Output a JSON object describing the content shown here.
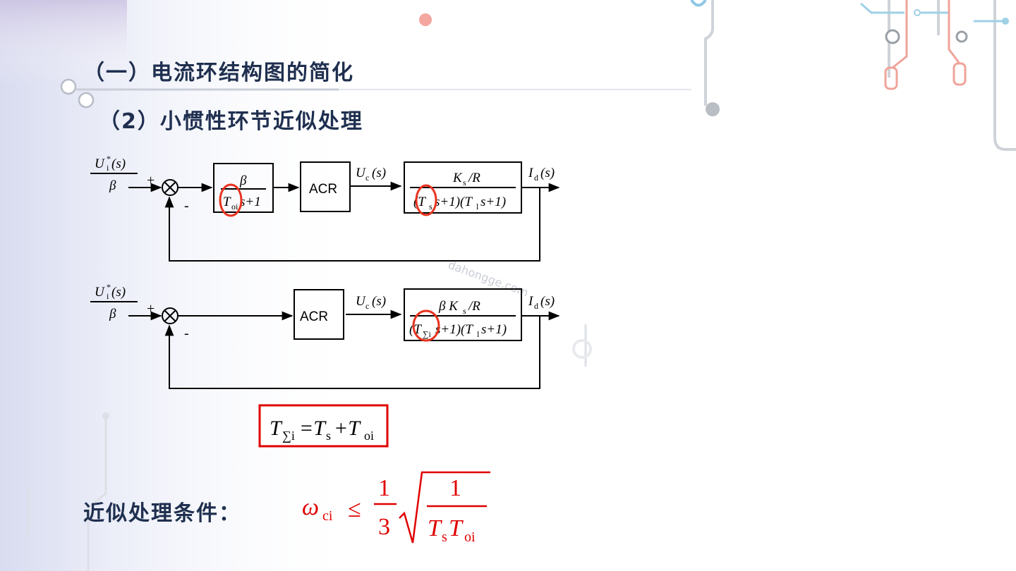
{
  "slide": {
    "heading": "（一）电流环结构图的简化",
    "subheading": "（2）小惯性环节近似处理",
    "condition_label": "近似处理条件：",
    "watermark": "dahongge.com"
  },
  "diagram1": {
    "input_num_U": "U",
    "input_num_star": "*",
    "input_num_sub": "i",
    "input_num_tail": "(s)",
    "input_den": "β",
    "plus": "+",
    "minus": "-",
    "filter_num": "β",
    "filter_den_T": "T",
    "filter_den_sub": "oi",
    "filter_den_tail": "s+1",
    "acr": "ACR",
    "uc_U": "U",
    "uc_sub": "c",
    "uc_tail": "(s)",
    "plant_num_K": "K",
    "plant_num_sub": "s",
    "plant_num_tail": "/R",
    "plant_den_a": "(T",
    "plant_den_sub1": "s",
    "plant_den_b": "s+1)(T",
    "plant_den_sub2": "l",
    "plant_den_c": "s+1)",
    "out_I": "I",
    "out_sub": "d",
    "out_tail": "(s)"
  },
  "diagram2": {
    "input_num_U": "U",
    "input_num_star": "*",
    "input_num_sub": "i",
    "input_num_tail": "(s)",
    "input_den": "β",
    "plus": "+",
    "minus": "-",
    "acr": "ACR",
    "uc_U": "U",
    "uc_sub": "c",
    "uc_tail": "(s)",
    "plant_num_beta": "β K",
    "plant_num_sub": "s",
    "plant_num_tail": "/R",
    "plant_den_a": "(T",
    "plant_den_sub1": "∑i",
    "plant_den_b": "s+1)(T",
    "plant_den_sub2": "l",
    "plant_den_c": "s+1)",
    "out_I": "I",
    "out_sub": "d",
    "out_tail": "(s)"
  },
  "equation": {
    "T1": "T",
    "sub1": "∑i",
    "eq": "=T",
    "sub2": "s",
    "plus": "+T",
    "sub3": "oi"
  },
  "condition_formula": {
    "omega": "ω",
    "omega_sub": "ci",
    "le": "≤",
    "frac_num": "1",
    "frac_den": "3",
    "root_num": "1",
    "root_den_T1": "T",
    "root_den_sub1": "s",
    "root_den_T2": "T",
    "root_den_sub2": "oi"
  },
  "colors": {
    "heading": "#1f2f4f",
    "highlight": "#e8321e",
    "formula_red": "#e00000",
    "box_red": "#e00000",
    "lines": "#000000"
  }
}
